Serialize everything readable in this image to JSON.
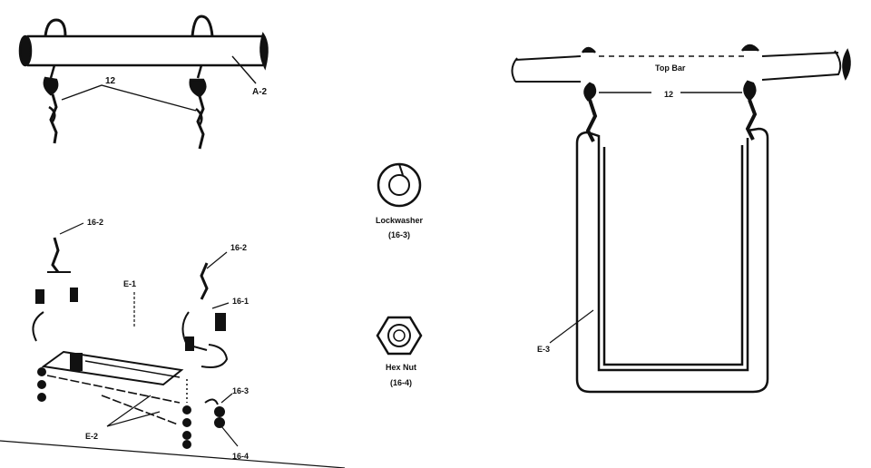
{
  "labels": {
    "part_12_left": "12",
    "part_a2": "A-2",
    "part_16_2_a": "16-2",
    "part_16_2_b": "16-2",
    "part_16_1": "16-1",
    "part_e1": "E-1",
    "part_16_3": "16-3",
    "part_16_4": "16-4",
    "part_e2": "E-2",
    "lockwasher_name": "Lockwasher",
    "lockwasher_code": "(16-3)",
    "hexnut_name": "Hex Nut",
    "hexnut_code": "(16-4)",
    "top_bar": "Top Bar",
    "part_12_right": "12",
    "part_e3": "E-3"
  },
  "colors": {
    "ink": "#111111",
    "paper": "#ffffff"
  }
}
